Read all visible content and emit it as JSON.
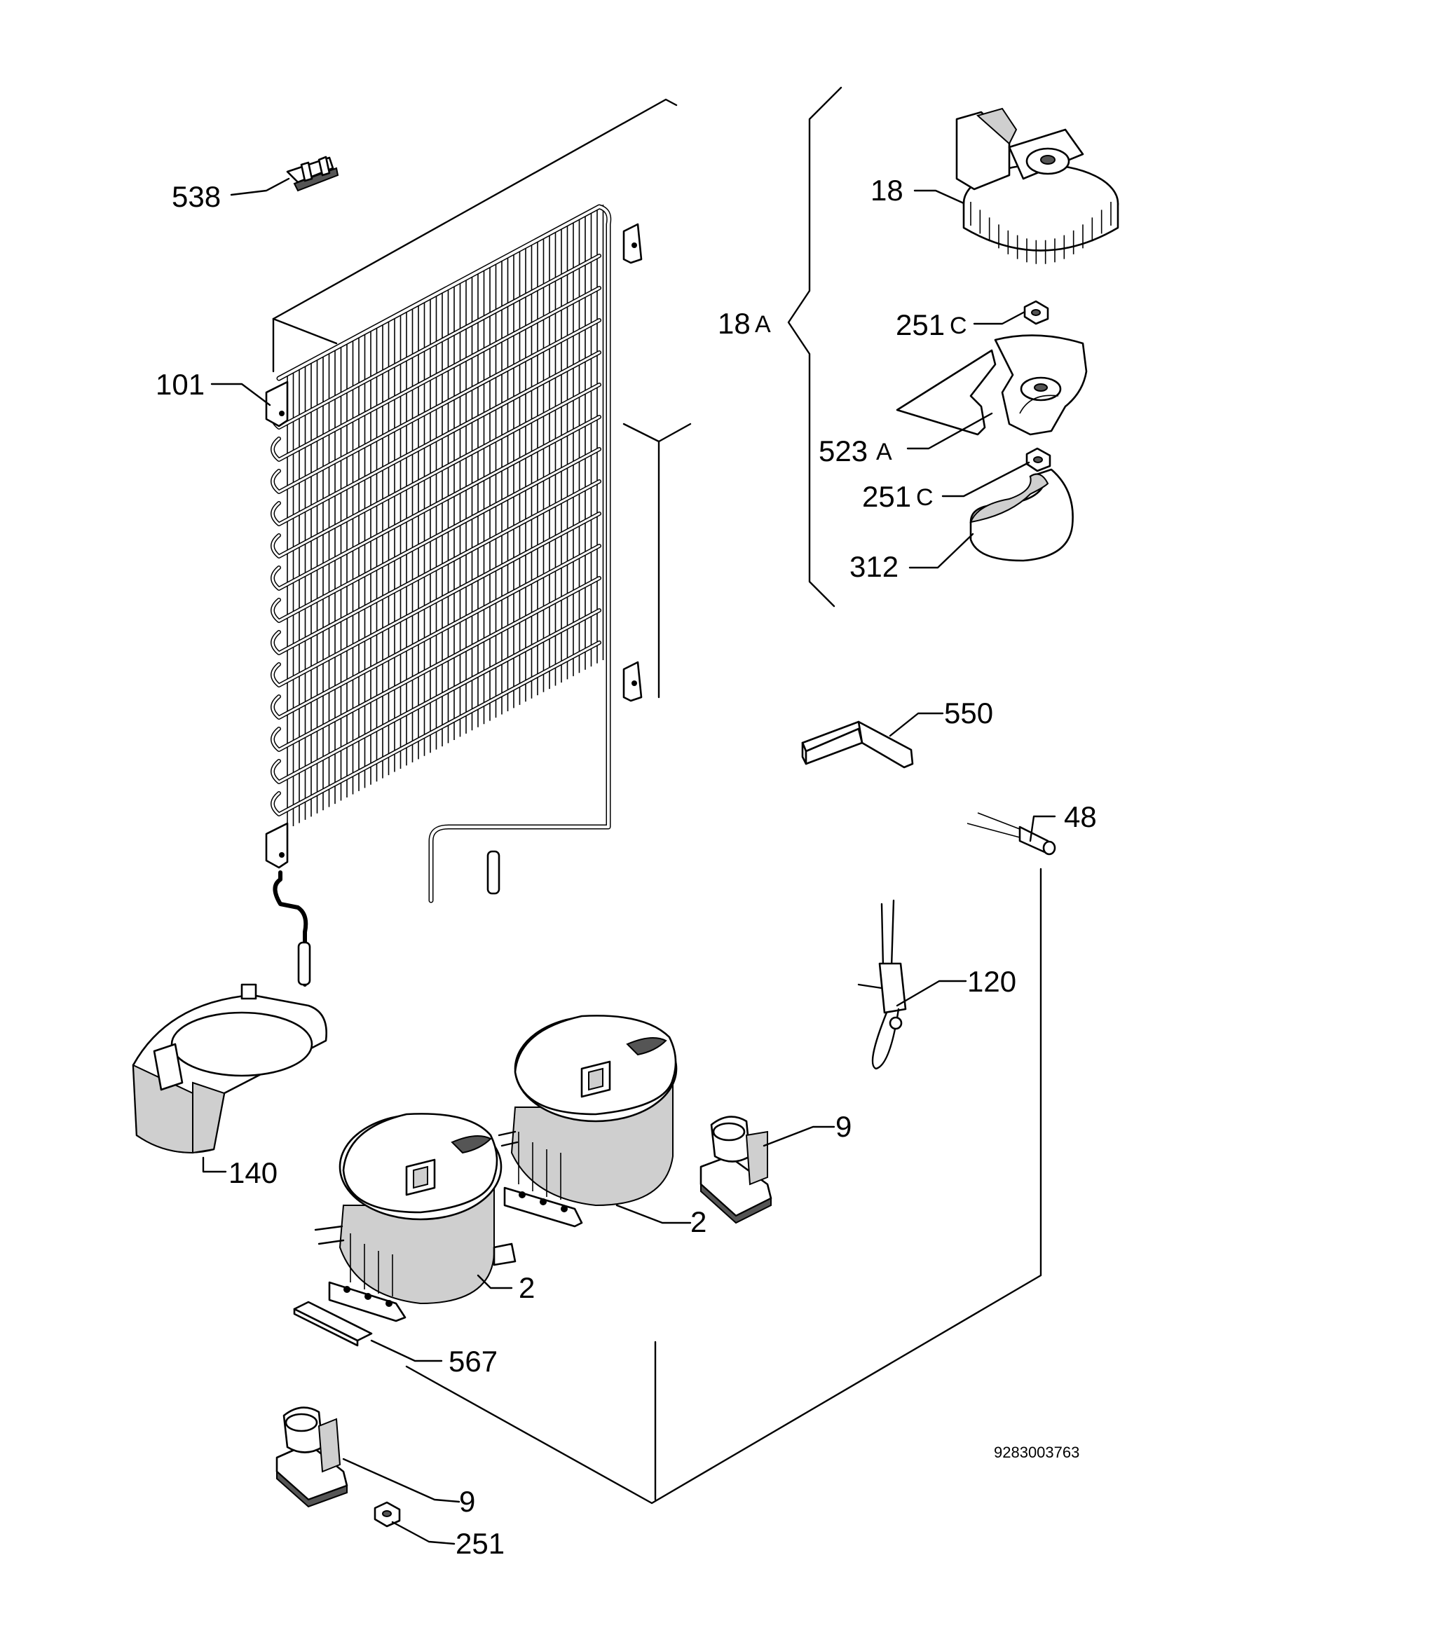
{
  "labels": {
    "p538": "538",
    "p101": "101",
    "p18": "18",
    "p18a_num": "18",
    "p18a_sfx": "A",
    "p251c_1_num": "251",
    "p251c_1_sfx": "C",
    "p523a_num": "523",
    "p523a_sfx": "A",
    "p251c_2_num": "251",
    "p251c_2_sfx": "C",
    "p312": "312",
    "p550": "550",
    "p48": "48",
    "p120": "120",
    "p140": "140",
    "p9_right": "9",
    "p2_upper": "2",
    "p2_lower": "2",
    "p567": "567",
    "p9_lower": "9",
    "p251": "251"
  },
  "document_number": "9283003763"
}
